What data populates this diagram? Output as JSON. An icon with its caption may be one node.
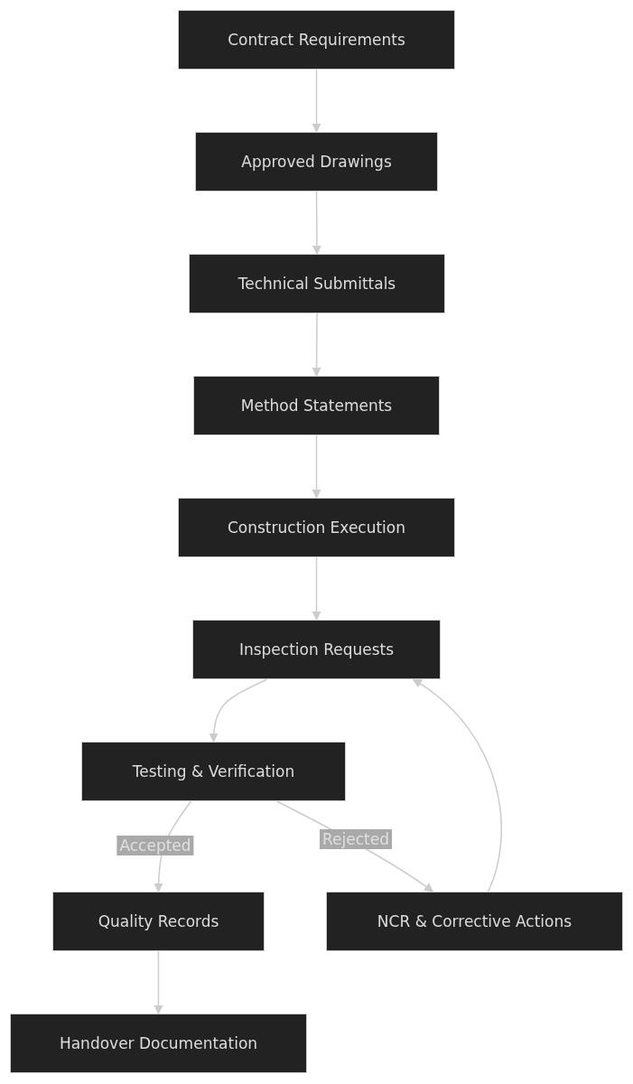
{
  "diagram": {
    "nodes": [
      {
        "text": [
          "Contract Requirements"
        ]
      },
      {
        "text": [
          "Approved Drawings"
        ]
      },
      {
        "text": [
          "Technical Submittals"
        ]
      },
      {
        "text": [
          "Method Statements"
        ]
      },
      {
        "text": [
          "Construction Execution"
        ]
      },
      {
        "text": [
          "Inspection Requests"
        ]
      },
      {
        "text": [
          "Testing & Verification"
        ]
      },
      {
        "text": [
          "Quality Records"
        ]
      },
      {
        "text": [
          "NCR & Corrective Actions"
        ]
      },
      {
        "text": [
          "Handover Documentation"
        ]
      }
    ],
    "edges": [
      {
        "from": 0,
        "to": 1,
        "arrow": "to"
      },
      {
        "from": 1,
        "to": 2,
        "arrow": "to"
      },
      {
        "from": 2,
        "to": 3,
        "arrow": "to"
      },
      {
        "from": 3,
        "to": 4,
        "arrow": "to"
      },
      {
        "from": 4,
        "to": 5,
        "arrow": "to"
      },
      {
        "from": 5,
        "to": 6,
        "arrow": "to"
      },
      {
        "from": 6,
        "to": 7,
        "arrow": "to",
        "label": "Accepted"
      },
      {
        "from": 6,
        "to": 8,
        "arrow": "to",
        "label": "Rejected"
      },
      {
        "from": 8,
        "to": 5,
        "arrow": "to"
      },
      {
        "from": 7,
        "to": 9,
        "arrow": "to"
      }
    ]
  }
}
